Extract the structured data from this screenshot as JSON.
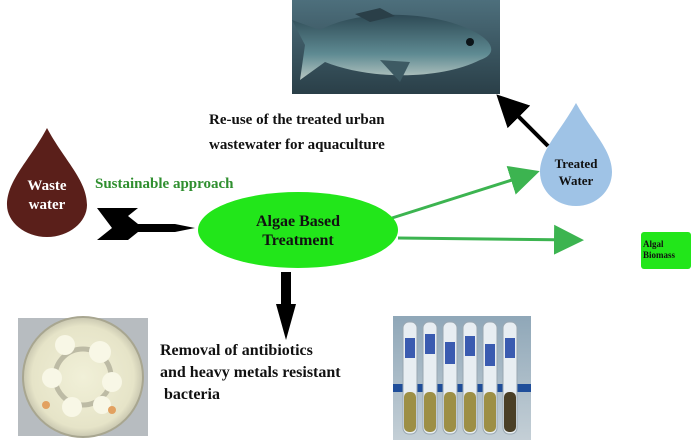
{
  "waste_water": {
    "line1": "Waste",
    "line2": "water"
  },
  "sustainable": "Sustainable approach",
  "center_node": {
    "line1": "Algae Based",
    "line2": "Treatment"
  },
  "treated_water": {
    "line1": "Treated",
    "line2": "Water"
  },
  "algal_biomass": {
    "line1": "Algal",
    "line2": "Biomass"
  },
  "reuse_text": {
    "line1": "Re-use of the treated urban",
    "line2": "wastewater for aquaculture"
  },
  "removal_text": {
    "line1": "Removal of antibiotics",
    "line2": "and heavy metals resistant",
    "line3": "bacteria"
  },
  "colors": {
    "waste_drop": "#5a1f1a",
    "algae_green": "#22e61a",
    "treated_drop": "#9fc3e6",
    "arrow_green": "#3cb450",
    "sustainable_text": "#2f8f2f"
  },
  "images": [
    "fish-photo",
    "petri-dish-photo",
    "test-tubes-photo"
  ]
}
